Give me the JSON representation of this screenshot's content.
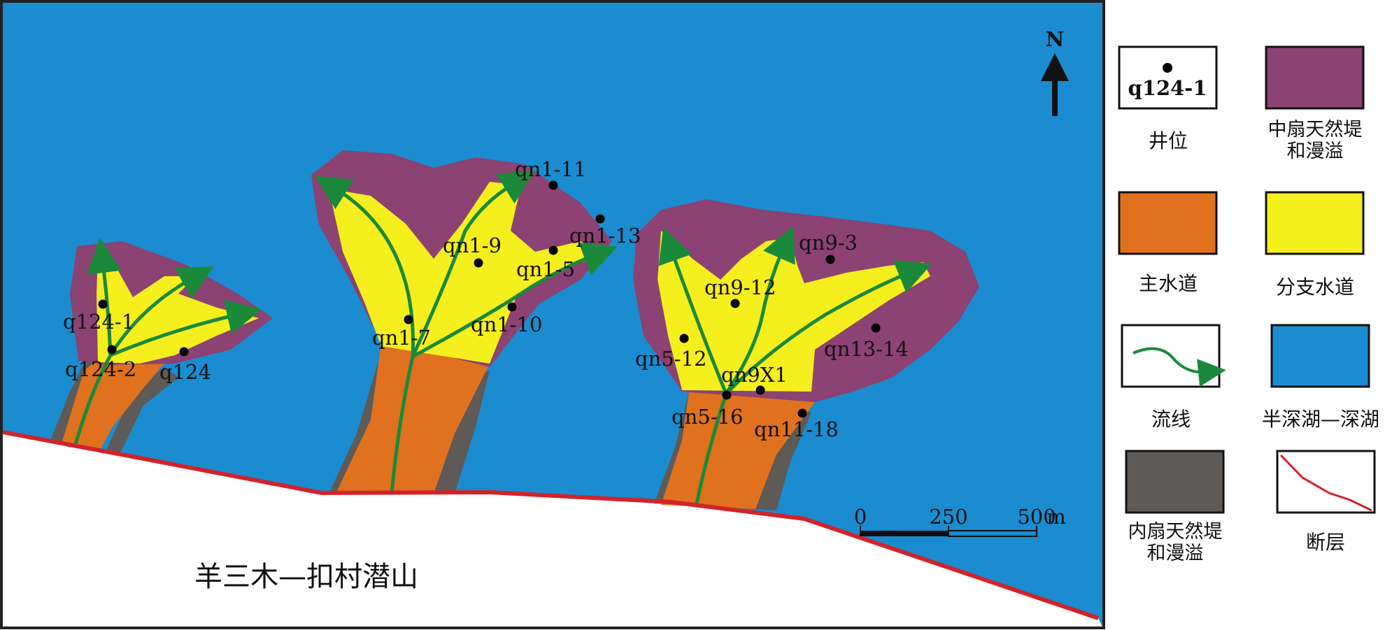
{
  "colors": {
    "lake": "#1a8ccf",
    "outer_fan": "#8c4272",
    "branch": "#f5ef1e",
    "main_channel": "#e0711e",
    "inner_levee": "#5e5a58",
    "streamline": "#1a8a3a",
    "fault": "#d2232a",
    "land": "#ffffff"
  },
  "map": {
    "north_label": "N",
    "buried_hill": "羊三木—扣村潜山",
    "scale": {
      "ticks": [
        "0",
        "250",
        "500"
      ],
      "unit": "m"
    },
    "wells": [
      {
        "id": "q124-1"
      },
      {
        "id": "q124-2"
      },
      {
        "id": "q124"
      },
      {
        "id": "qn1-11"
      },
      {
        "id": "qn1-13"
      },
      {
        "id": "qn1-9"
      },
      {
        "id": "qn1-5"
      },
      {
        "id": "qn1-7"
      },
      {
        "id": "qn1-10"
      },
      {
        "id": "qn9-3"
      },
      {
        "id": "qn9-12"
      },
      {
        "id": "qn13-14"
      },
      {
        "id": "qn5-12"
      },
      {
        "id": "qn9X1"
      },
      {
        "id": "qn5-16"
      },
      {
        "id": "qn11-18"
      }
    ]
  },
  "legend": {
    "well_sample": "q124-1",
    "items": [
      {
        "key": "well",
        "label": "井位"
      },
      {
        "key": "middle_fan",
        "label": "中扇天然堤和漫溢"
      },
      {
        "key": "main_channel",
        "label": "主水道"
      },
      {
        "key": "branch_channel",
        "label": "分支水道"
      },
      {
        "key": "streamline",
        "label": "流线"
      },
      {
        "key": "deep_lake",
        "label": "半深湖—深湖"
      },
      {
        "key": "inner_fan",
        "label": "内扇天然堤和漫溢"
      },
      {
        "key": "fault",
        "label": "断层"
      }
    ]
  }
}
